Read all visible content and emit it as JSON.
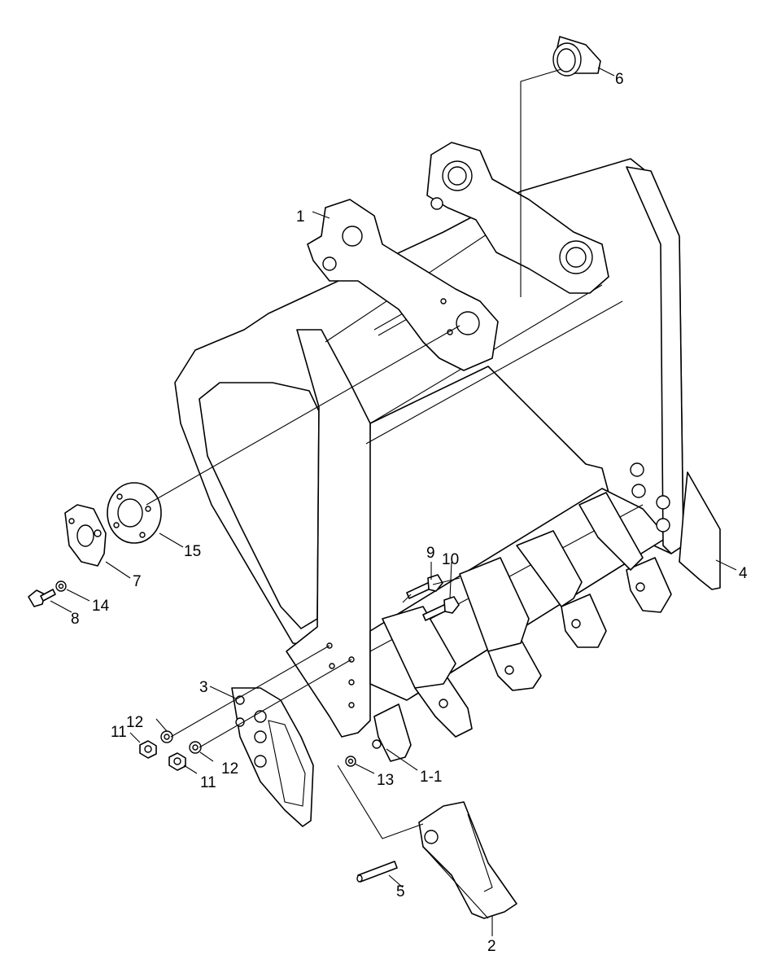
{
  "diagram": {
    "callouts": {
      "c1": "1",
      "c1_1": "1-1",
      "c2": "2",
      "c3": "3",
      "c4": "4",
      "c5": "5",
      "c6": "6",
      "c7": "7",
      "c8": "8",
      "c9": "9",
      "c10": "10",
      "c11a": "11",
      "c11b": "11",
      "c12a": "12",
      "c12b": "12",
      "c13": "13",
      "c14": "14",
      "c15": "15"
    }
  }
}
